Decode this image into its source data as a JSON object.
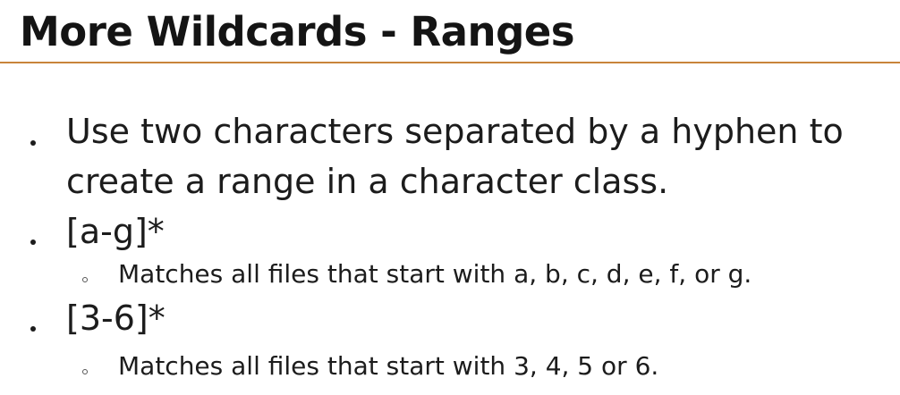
{
  "slide": {
    "title": "More Wildcards - Ranges",
    "bullets": [
      {
        "lines": [
          "Use two characters separated by a hyphen to",
          "create a range in a character class."
        ]
      },
      {
        "lines": [
          "[a-g]*"
        ],
        "sub": "Matches all files that start with a, b, c, d, e, f, or g."
      },
      {
        "lines": [
          "[3-6]*"
        ],
        "sub": "Matches all files that start with 3, 4, 5 or 6."
      }
    ]
  },
  "colors": {
    "title_rule": "#c8843a",
    "text": "#1c1c1c"
  }
}
